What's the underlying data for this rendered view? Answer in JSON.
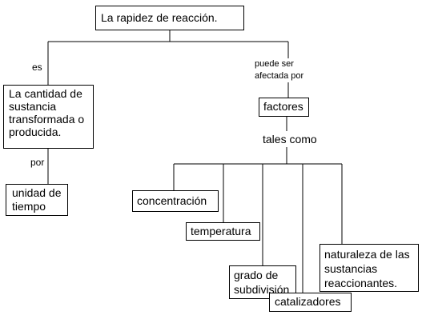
{
  "diagram": {
    "title": "La rapidez de reacción.",
    "left": {
      "link_es": "es",
      "definition_lines": [
        "La cantidad de",
        "sustancia",
        "transformada o",
        "producida."
      ],
      "link_por": "por",
      "unit_lines": [
        "unidad de",
        "tiempo"
      ]
    },
    "right": {
      "link_lines": [
        "puede ser",
        "afectada por"
      ],
      "factores": "factores",
      "tales_como": "tales como",
      "factors": {
        "concentracion": "concentración",
        "temperatura": "temperatura",
        "grado_lines": [
          "grado de",
          "subdivisión"
        ],
        "catalizadores": "catalizadores",
        "naturaleza_lines": [
          "naturaleza de las",
          "sustancias",
          "reaccionantes."
        ]
      }
    }
  }
}
